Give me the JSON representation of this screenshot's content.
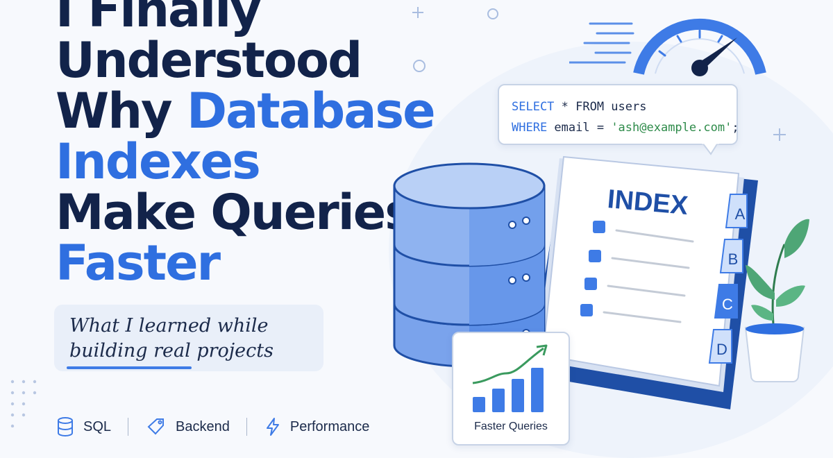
{
  "title": {
    "line1": "I Finally",
    "line2": "Understood",
    "line3_dark": "Why ",
    "line3_blue": "Database",
    "line4": "Indexes",
    "line5": "Make Queries",
    "line6": "Faster"
  },
  "subtitle": "What I learned while building real projects",
  "tags": [
    {
      "icon": "database-icon",
      "label": "SQL"
    },
    {
      "icon": "tag-icon",
      "label": "Backend"
    },
    {
      "icon": "lightning-icon",
      "label": "Performance"
    }
  ],
  "sql": {
    "line1_kw": "SELECT",
    "line1_rest": " * FROM users",
    "line2_kw": "WHERE",
    "line2_rest": " email = ",
    "line2_str": "'ash@example.com'",
    "line2_end": ";"
  },
  "index_book": {
    "title": "INDEX",
    "tabs": [
      "A",
      "B",
      "C",
      "D"
    ]
  },
  "chart_card": {
    "label": "Faster Queries"
  },
  "colors": {
    "accent": "#2f6fe0",
    "dark": "#12234a",
    "green": "#3a9a5e"
  }
}
